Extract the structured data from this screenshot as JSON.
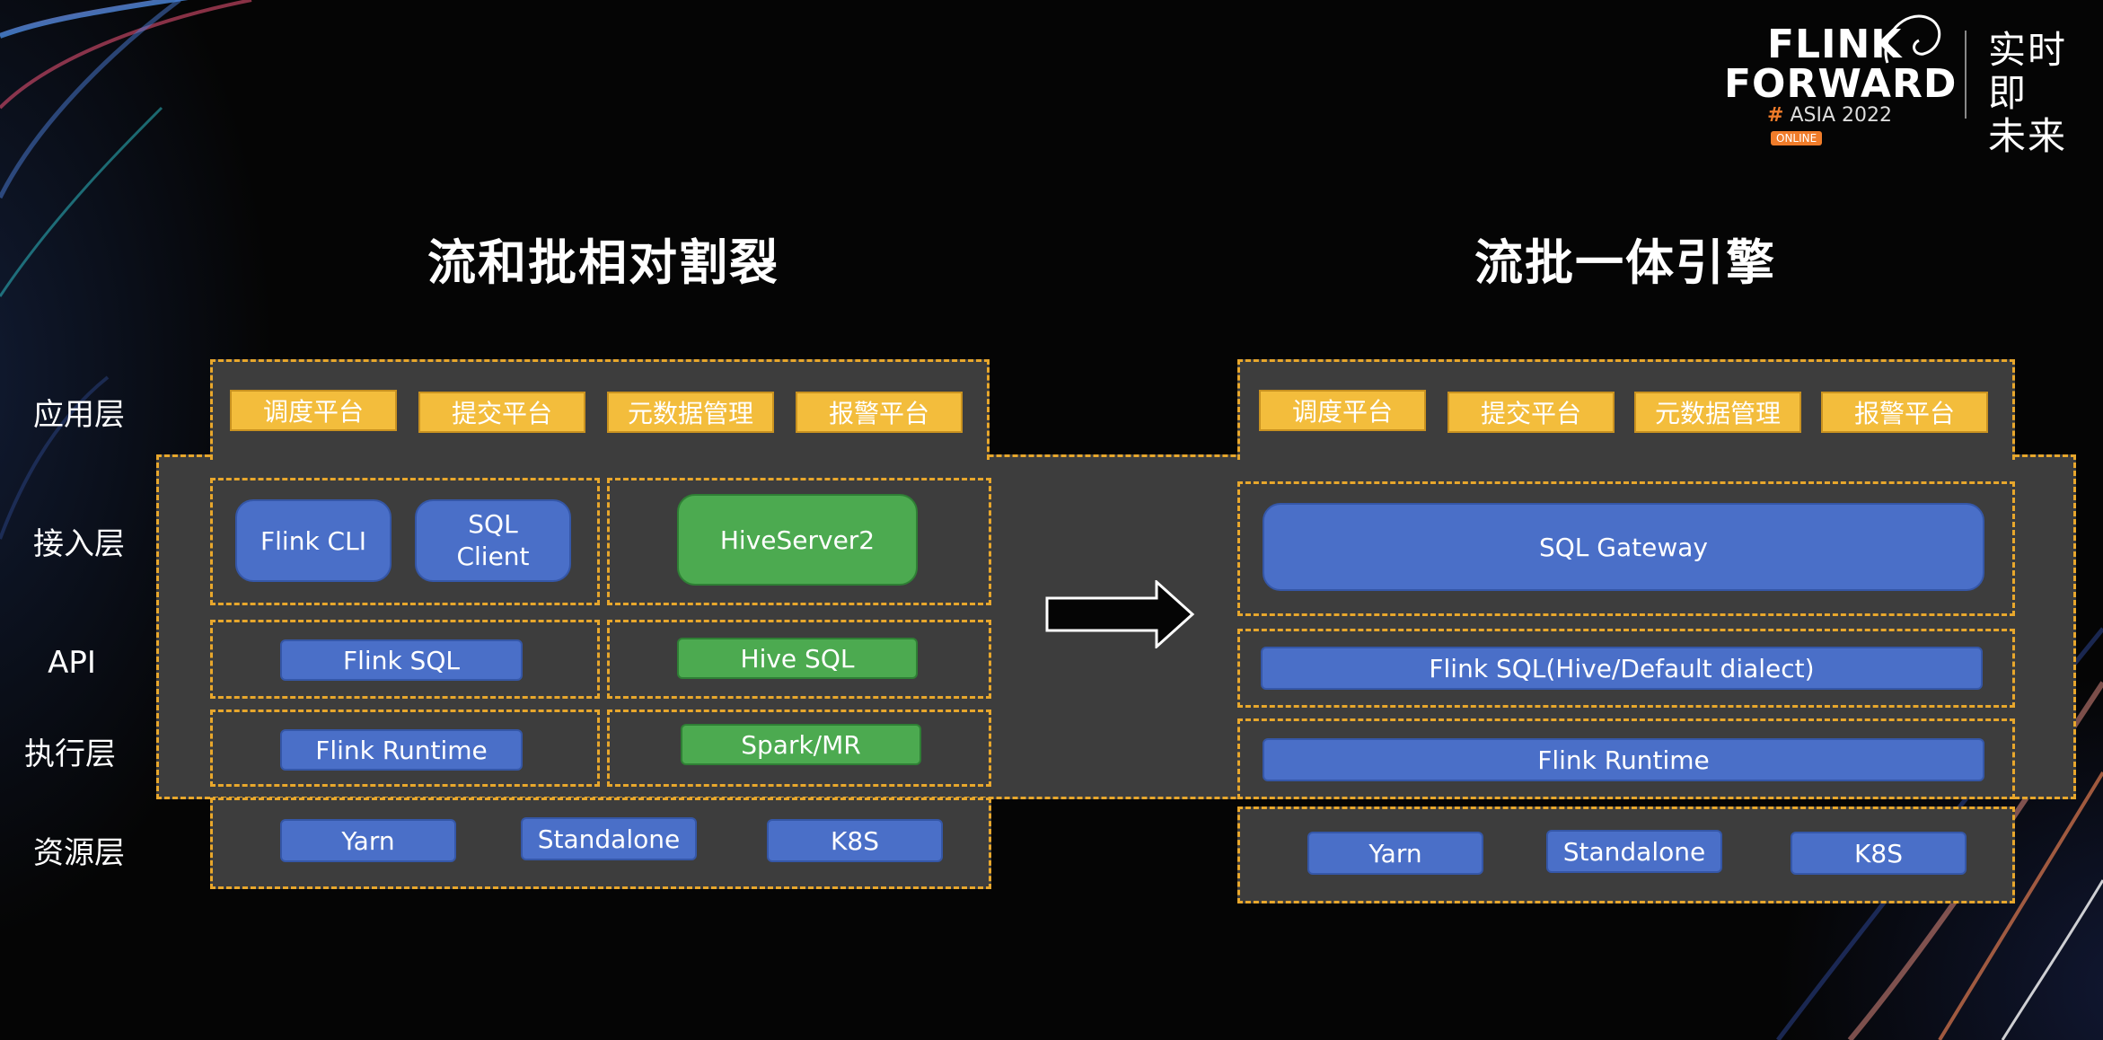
{
  "logo": {
    "line1": "FLINK",
    "line2": "FORWARD",
    "hash": "#",
    "asia": "ASIA 2022",
    "online": "ONLINE",
    "cn_line1": "实时即",
    "cn_line2": "未来"
  },
  "left": {
    "title": "流和批相对割裂",
    "app_items": [
      "调度平台",
      "提交平台",
      "元数据管理",
      "报警平台"
    ],
    "access": {
      "flink_cli": "Flink CLI",
      "sql_client": "SQL\nClient",
      "hiveserver2": "HiveServer2"
    },
    "api": {
      "flink_sql": "Flink SQL",
      "hive_sql": "Hive SQL"
    },
    "exec": {
      "flink_runtime": "Flink Runtime",
      "spark_mr": "Spark/MR"
    },
    "resource": [
      "Yarn",
      "Standalone",
      "K8S"
    ]
  },
  "right": {
    "title": "流批一体引擎",
    "app_items": [
      "调度平台",
      "提交平台",
      "元数据管理",
      "报警平台"
    ],
    "sql_gateway": "SQL Gateway",
    "flink_sql": "Flink SQL(Hive/Default dialect)",
    "flink_runtime": "Flink Runtime",
    "resource": [
      "Yarn",
      "Standalone",
      "K8S"
    ]
  },
  "layers": {
    "app": "应用层",
    "access": "接入层",
    "api": "API",
    "exec": "执行层",
    "resource": "资源层"
  }
}
